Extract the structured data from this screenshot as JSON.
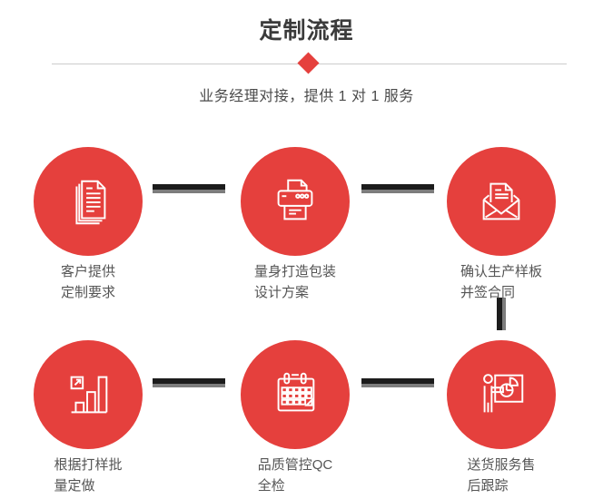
{
  "header": {
    "title": "定制流程",
    "subtitle": "业务经理对接，提供 1 对 1 服务"
  },
  "colors": {
    "accent_red": "#e5403d",
    "connector_dark": "#1c1c1c",
    "connector_shadow": "#7d7d7d",
    "divider_gray": "#cccccc",
    "caption_gray": "#555555",
    "title_gray": "#3b3b3b"
  },
  "steps": [
    {
      "icon": "documents-icon",
      "lines": [
        "客户提供",
        "定制要求"
      ]
    },
    {
      "icon": "printer-icon",
      "lines": [
        "量身打造包装",
        "设计方案"
      ]
    },
    {
      "icon": "open-envelope-icon",
      "lines": [
        "确认生产样板",
        "并签合同"
      ]
    },
    {
      "icon": "bar-chart-icon",
      "lines": [
        "根据打样批",
        "量定做"
      ]
    },
    {
      "icon": "calendar-icon",
      "lines": [
        "品质管控QC",
        "全检"
      ]
    },
    {
      "icon": "presentation-board-icon",
      "lines": [
        "送货服务售",
        "后跟踪"
      ]
    }
  ]
}
